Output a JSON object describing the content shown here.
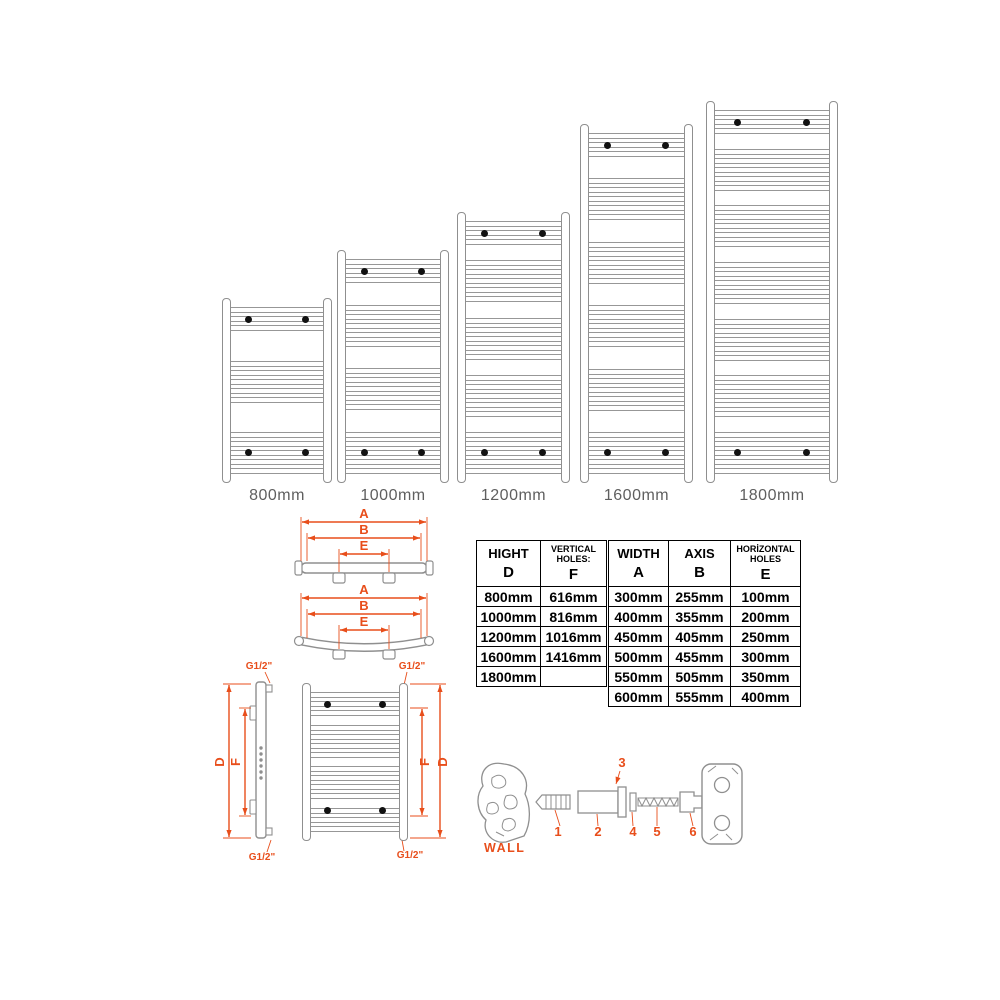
{
  "colors": {
    "accent_orange": "#e84e1b",
    "drawing_gray": "#8f8f8f",
    "mount_dot_black": "#111111",
    "label_gray": "#5f5f5f"
  },
  "radiators": {
    "items": [
      {
        "label": "800mm",
        "rung_groups": [
          3,
          5,
          5
        ]
      },
      {
        "label": "1000mm",
        "rung_groups": [
          3,
          5,
          5,
          5
        ]
      },
      {
        "label": "1200mm",
        "rung_groups": [
          3,
          5,
          5,
          5,
          5
        ]
      },
      {
        "label": "1600mm",
        "rung_groups": [
          3,
          5,
          5,
          5,
          5,
          5
        ]
      },
      {
        "label": "1800mm",
        "rung_groups": [
          3,
          5,
          5,
          5,
          5,
          5,
          5
        ]
      }
    ]
  },
  "drawings": {
    "front_view": {
      "rung_groups": [
        3,
        4,
        4,
        3
      ]
    },
    "dim_labels": {
      "a": "A",
      "b": "B",
      "e": "E",
      "d": "D",
      "f": "F",
      "g_half": "G1/2\""
    }
  },
  "tables": {
    "height": {
      "col1_title": "HIGHT",
      "col1_letter": "D",
      "col2_title": "VERTICAL HOLES:",
      "col2_letter": "F",
      "rows": [
        [
          "800mm",
          "616mm"
        ],
        [
          "1000mm",
          "816mm"
        ],
        [
          "1200mm",
          "1016mm"
        ],
        [
          "1600mm",
          "1416mm"
        ],
        [
          "1800mm",
          ""
        ]
      ]
    },
    "width": {
      "col1_title": "WIDTH",
      "col1_letter": "A",
      "col2_title": "AXIS",
      "col2_letter": "B",
      "col3_title": "HORİZONTAL HOLES",
      "col3_letter": "E",
      "rows": [
        [
          "300mm",
          "255mm",
          "100mm"
        ],
        [
          "400mm",
          "355mm",
          "200mm"
        ],
        [
          "450mm",
          "405mm",
          "250mm"
        ],
        [
          "500mm",
          "455mm",
          "300mm"
        ],
        [
          "550mm",
          "505mm",
          "350mm"
        ],
        [
          "600mm",
          "555mm",
          "400mm"
        ]
      ]
    }
  },
  "mounting": {
    "wall_label": "WALL",
    "part_numbers": [
      "1",
      "2",
      "3",
      "4",
      "5",
      "6"
    ]
  }
}
